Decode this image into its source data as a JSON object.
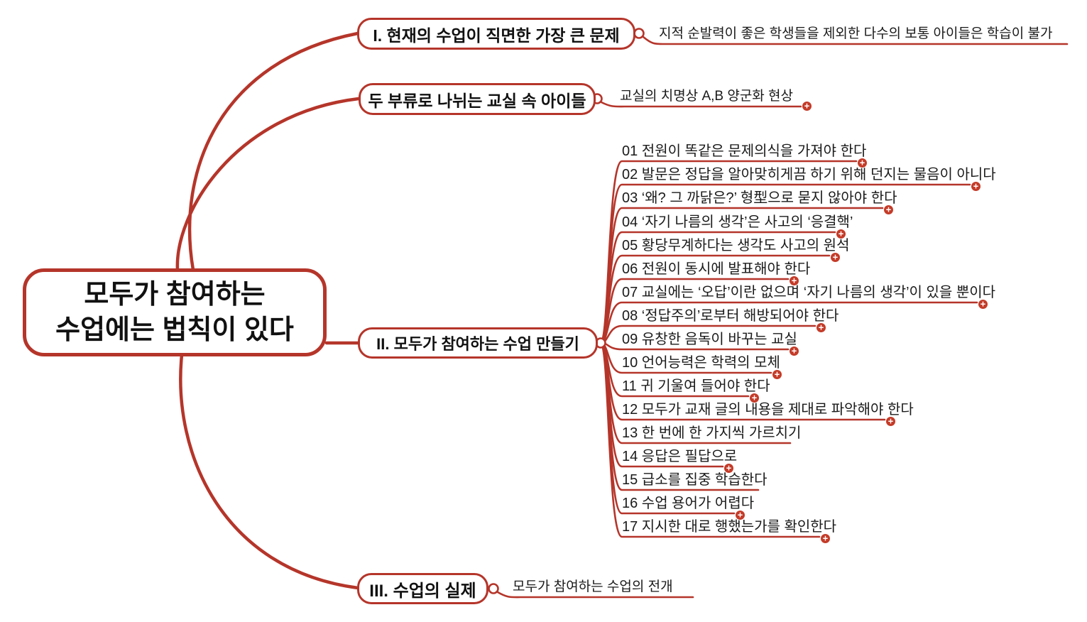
{
  "colors": {
    "accent": "#b5352a",
    "plus_icon": "#c43b28",
    "text": "#1a1a1a"
  },
  "icons": {
    "expand_plus": "+"
  },
  "central": {
    "line1": "모두가 참여하는",
    "line2": "수업에는 법칙이 있다"
  },
  "branches": {
    "branch1": {
      "label": "I. 현재의 수업이 직면한 가장 큰 문제",
      "child": "지적 순발력이 좋은 학생들을 제외한 다수의 보통 아이들은 학습이 불가"
    },
    "branch2": {
      "label": "두 부류로 나뉘는 교실 속 아이들",
      "child": "교실의 치명상 A,B 양군화 현상"
    },
    "branch3": {
      "label": "II. 모두가 참여하는 수업 만들기",
      "items": [
        {
          "label": "01 전원이 똑같은 문제의식을 가져야 한다"
        },
        {
          "label": "02 발문은 정답을 알아맞히게끔 하기 위해 던지는 물음이 아니다"
        },
        {
          "label": "03 ‘왜? 그 까닭은?’ 형型으로 묻지 않아야 한다"
        },
        {
          "label": "04 ‘자기 나름의 생각’은 사고의 ‘응결핵’"
        },
        {
          "label": "05 황당무계하다는 생각도 사고의 원석"
        },
        {
          "label": "06 전원이 동시에 발표해야 한다"
        },
        {
          "label": "07 교실에는 ‘오답’이란 없으며 ‘자기 나름의 생각’이 있을 뿐이다"
        },
        {
          "label": "08 ‘정답주의’로부터 해방되어야 한다"
        },
        {
          "label": "09 유창한 음독이 바꾸는 교실"
        },
        {
          "label": "10 언어능력은 학력의 모체"
        },
        {
          "label": "11 귀 기울여 들어야 한다"
        },
        {
          "label": "12 모두가 교재 글의 내용을 제대로 파악해야 한다"
        },
        {
          "label": "13 한 번에 한 가지씩 가르치기"
        },
        {
          "label": "14 응답은 필답으로"
        },
        {
          "label": "15 급소를 집중 학습한다"
        },
        {
          "label": "16 수업 용어가 어렵다"
        },
        {
          "label": "17 지시한 대로 행했는가를 확인한다"
        }
      ]
    },
    "branch4": {
      "label": "III. 수업의 실제",
      "child": "모두가 참여하는 수업의 전개"
    }
  }
}
